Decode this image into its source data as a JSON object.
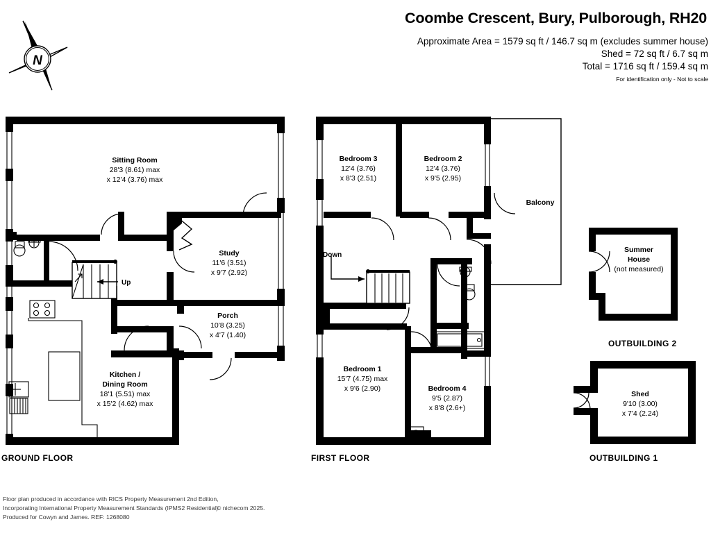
{
  "header": {
    "title": "Coombe Crescent, Bury, Pulborough, RH20",
    "area_line_1": "Approximate Area = 1579 sq ft / 146.7 sq m (excludes summer house)",
    "area_line_2": "Shed = 72 sq ft / 6.7 sq m",
    "area_line_3": "Total = 1716 sq ft / 159.4 sq m",
    "disclaimer": "For identification only - Not to scale"
  },
  "compass": {
    "label": "N"
  },
  "floors": [
    {
      "key": "ground",
      "label": "GROUND FLOOR"
    },
    {
      "key": "first",
      "label": "FIRST FLOOR"
    },
    {
      "key": "outbuilding2",
      "label": "OUTBUILDING 2"
    },
    {
      "key": "outbuilding1",
      "label": "OUTBUILDING 1"
    }
  ],
  "ground_floor": {
    "label": "GROUND FLOOR",
    "rooms": [
      {
        "name": "Sitting Room",
        "dim1": "28'3 (8.61) max",
        "dim2": "x 12'4 (3.76) max"
      },
      {
        "name": "Study",
        "dim1": "11'6 (3.51)",
        "dim2": "x 9'7 (2.92)"
      },
      {
        "name": "Porch",
        "dim1": "10'8 (3.25)",
        "dim2": "x 4'7 (1.40)"
      },
      {
        "name_line_1": "Kitchen /",
        "name_line_2": "Dining Room",
        "dim1": "18'1 (5.51) max",
        "dim2": "x 15'2 (4.62) max"
      }
    ],
    "stair_label": "Up"
  },
  "first_floor": {
    "label": "FIRST FLOOR",
    "rooms": [
      {
        "name": "Bedroom 3",
        "dim1": "12'4 (3.76)",
        "dim2": "x 8'3 (2.51)"
      },
      {
        "name": "Bedroom 2",
        "dim1": "12'4 (3.76)",
        "dim2": "x 9'5 (2.95)"
      },
      {
        "name": "Bedroom 1",
        "dim1": "15'7 (4.75) max",
        "dim2": "x 9'6 (2.90)"
      },
      {
        "name": "Bedroom 4",
        "dim1": "9'5 (2.87)",
        "dim2": "x 8'8 (2.6+)"
      }
    ],
    "balcony_label": "Balcony",
    "stair_label": "Down"
  },
  "outbuilding_2": {
    "label": "OUTBUILDING 2",
    "name_line_1": "Summer",
    "name_line_2": "House",
    "note": "(not measured)"
  },
  "outbuilding_1": {
    "label": "OUTBUILDING 1",
    "name": "Shed",
    "dim1": "9'10 (3.00)",
    "dim2": "x 7'4 (2.24)"
  },
  "footer": {
    "line1": "Floor plan produced in accordance with RICS Property Measurement 2nd Edition,",
    "line2": "Incorporating International Property Measurement Standards (IPMS2 Residential).",
    "line2b": "© nichecom 2025.",
    "line3": "Produced for Cowyn and James.   REF: 1268080"
  },
  "colors": {
    "wall": "#000000",
    "background": "#ffffff",
    "footer_text": "#3a3a3a"
  }
}
